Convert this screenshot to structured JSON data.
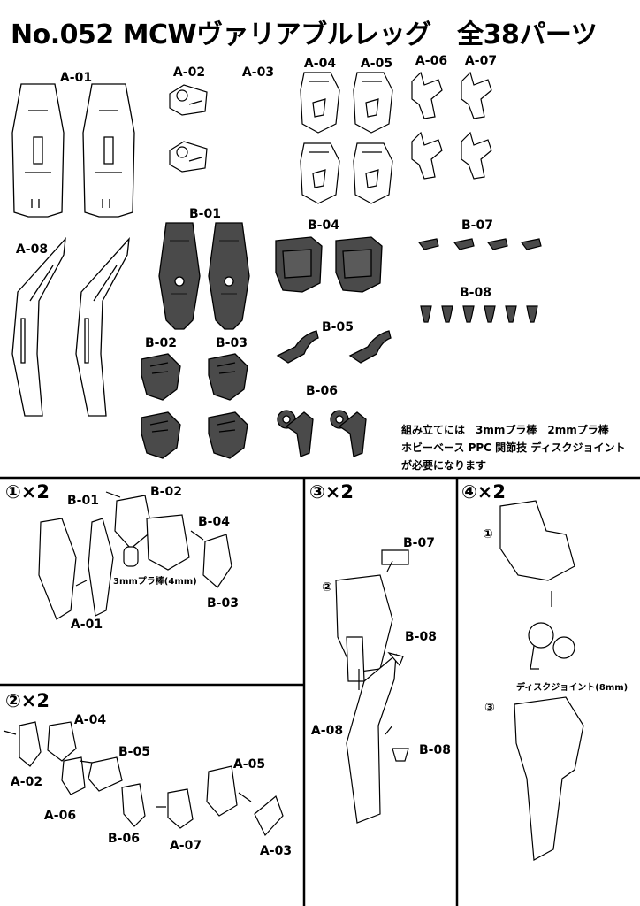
{
  "title": "No.052 MCWヴァリアブルレッグ　全38パーツ",
  "parts": {
    "a01": "A-01",
    "a02": "A-02",
    "a03": "A-03",
    "a04": "A-04",
    "a05": "A-05",
    "a06": "A-06",
    "a07": "A-07",
    "a08": "A-08",
    "b01": "B-01",
    "b02": "B-02",
    "b03": "B-03",
    "b04": "B-04",
    "b05": "B-05",
    "b06": "B-06",
    "b07": "B-07",
    "b08": "B-08"
  },
  "note": {
    "line1": "組み立てには　3mmプラ棒　2mmプラ棒",
    "line2": "ホビーベース PPC 関節技 ディスクジョイント",
    "line3": "が必要になります"
  },
  "steps": {
    "s1": "①×2",
    "s2": "②×2",
    "s3": "③×2",
    "s4": "④×2"
  },
  "callouts": {
    "rod": "3mmプラ棒(4mm)",
    "disc": "ディスクジョイント(8mm)",
    "ref1": "①",
    "ref2": "②",
    "ref3": "③"
  },
  "colors": {
    "dark_part": "#4a4a4a",
    "light_part": "#ffffff",
    "line": "#000000"
  }
}
